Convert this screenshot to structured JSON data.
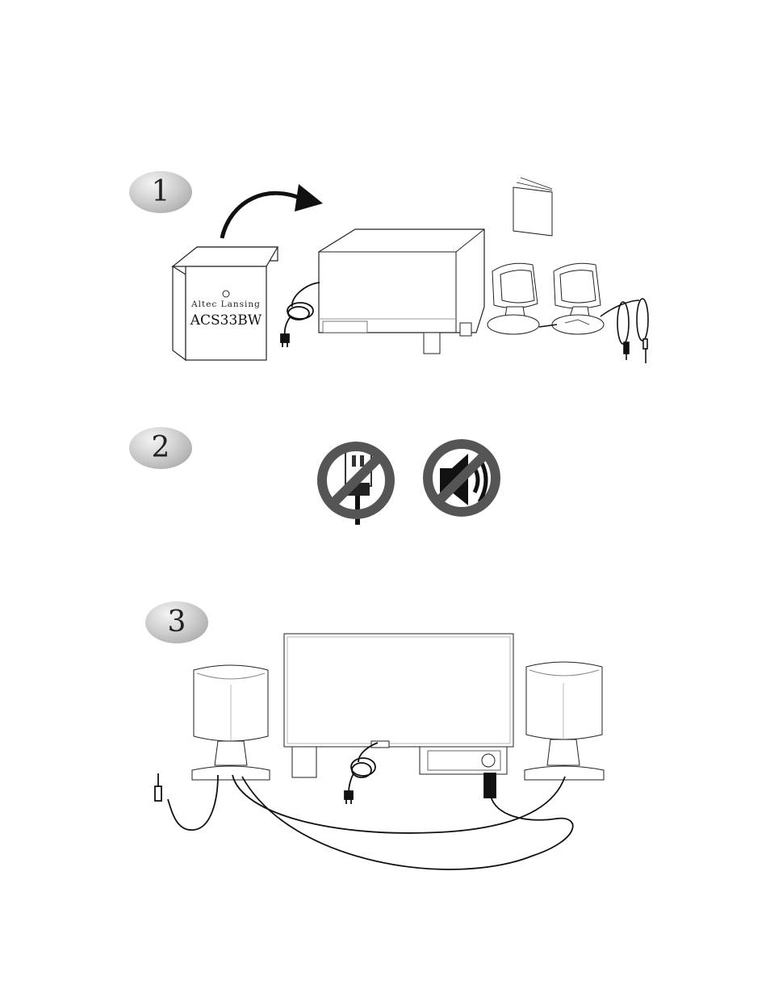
{
  "steps": [
    {
      "number": "1"
    },
    {
      "number": "2"
    },
    {
      "number": "3"
    }
  ],
  "box": {
    "brand": "Altec Lansing",
    "model": "ACS33BW"
  },
  "icons": {
    "no_power": "no-plug-icon",
    "no_sound": "mute-icon"
  },
  "colors": {
    "prohibit": "#555555",
    "badge": "#bdbdbd"
  }
}
